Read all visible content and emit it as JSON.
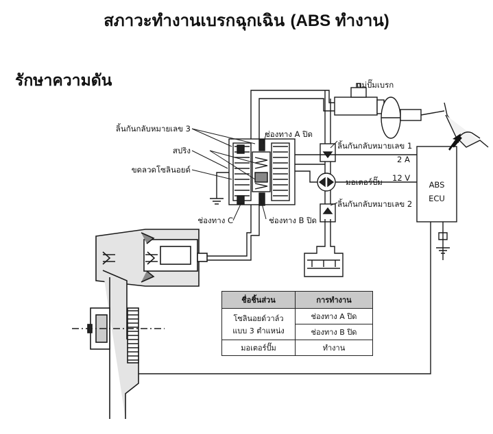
{
  "title": {
    "thai": "สภาวะทำงานเบรกฉุกเฉิน",
    "abs": "(ABS ทำงาน)"
  },
  "subtitle": "รักษาความดัน",
  "labels": {
    "brake_pump": "แม่ปั๊มเบรก",
    "check_valve_3": "ลิ้นกันกลับหมายเลข 3",
    "port_a_closed_top": "ช่องทาง A ปิด",
    "spring": "สปริง",
    "solenoid_coil": "ขดลวดโซลินอยด์",
    "check_valve_1": "ลิ้นกันกลับหมายเลข 1",
    "current": "2 A",
    "pump_motor": "มอเตอร์ปั๊ม",
    "voltage": "12 V",
    "check_valve_2": "ลิ้นกันกลับหมายเลข 2",
    "port_c": "ช่องทาง C",
    "port_b_closed": "ช่องทาง B ปิด",
    "abs_ecu_line1": "ABS",
    "abs_ecu_line2": "ECU"
  },
  "table": {
    "headers": [
      "ชื่อชิ้นส่วน",
      "การทำงาน"
    ],
    "rows": [
      {
        "part_line1": "โซลินอยด์วาล์ว",
        "part_line2": "แบบ 3 ตำแหน่ง",
        "op1": "ช่องทาง A ปิด",
        "op2": "ช่องทาง B ปิด"
      },
      {
        "part": "มอเตอร์ปั๊ม",
        "op": "ทำงาน"
      }
    ]
  }
}
